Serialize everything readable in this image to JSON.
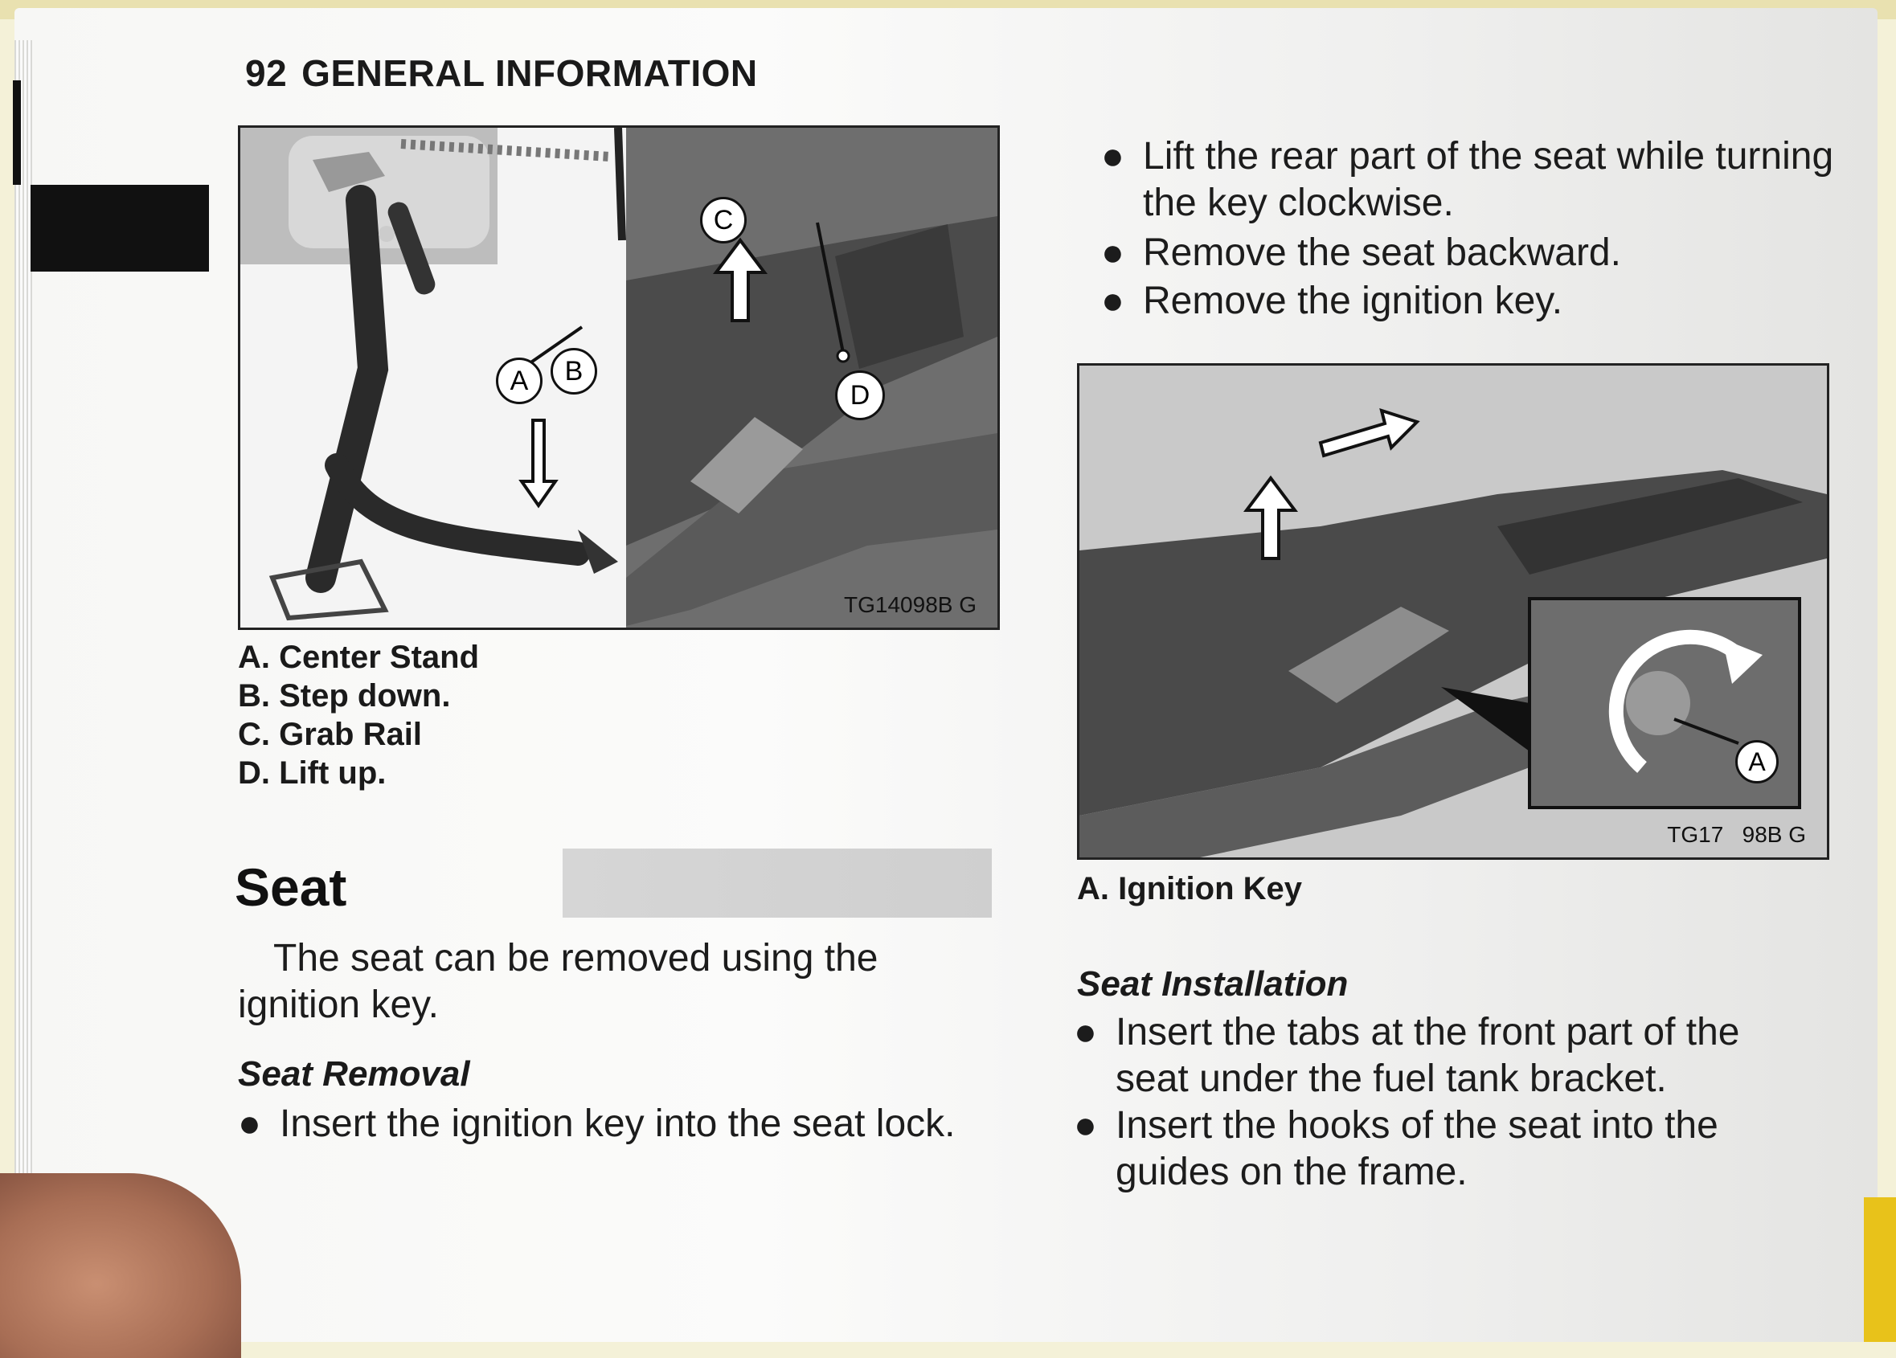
{
  "header": {
    "page_number": "92",
    "section": "GENERAL INFORMATION"
  },
  "figure1": {
    "code": "TG14098B  G",
    "callouts": [
      "A",
      "B",
      "C",
      "D"
    ],
    "legend": [
      "A. Center Stand",
      "B. Step down.",
      "C. Grab Rail",
      "D. Lift up."
    ]
  },
  "figure2": {
    "code": "TG17   98B  G",
    "callouts": [
      "A"
    ],
    "legend": "A. Ignition Key"
  },
  "seat": {
    "heading": "Seat",
    "intro": "The seat can be removed using the ignition key.",
    "removal_heading": "Seat Removal",
    "removal_steps": [
      "Insert the ignition key into the seat lock.",
      "Lift the rear part of the seat while turning the key clockwise.",
      "Remove the seat backward.",
      "Remove the ignition key."
    ],
    "installation_heading": "Seat Installation",
    "installation_steps": [
      "Insert the tabs at the front part of the seat under the fuel tank bracket.",
      "Insert the hooks of the seat into the guides on the frame."
    ]
  },
  "icons": [
    "arrow-down-icon",
    "arrow-up-icon",
    "arrow-right-icon",
    "rotate-clockwise-icon"
  ]
}
